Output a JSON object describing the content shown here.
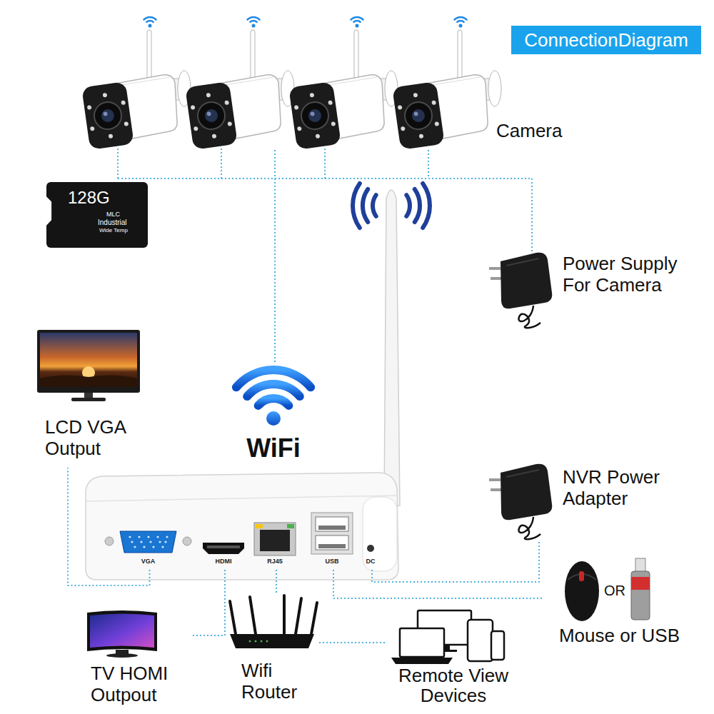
{
  "diagram": {
    "title": "ConnectionDiagram",
    "nodes": [
      {
        "text": [
          "Camera"
        ]
      },
      {
        "text": [
          "128G",
          "MLC",
          "Industrial",
          "Wide Temp"
        ]
      },
      {
        "text": [
          "Power Supply For Camera"
        ]
      },
      {
        "text": [
          "LCD VGA Output"
        ]
      },
      {
        "text": [
          "WiFi"
        ]
      },
      {
        "text": [
          "VGA"
        ],
        "in": 4
      },
      {
        "text": [
          "HDMI"
        ],
        "in": 4
      },
      {
        "text": [
          "RJ45"
        ],
        "in": 4
      },
      {
        "text": [
          "USB"
        ],
        "in": 4
      },
      {
        "text": [
          "DC"
        ],
        "in": 4
      },
      {
        "text": [
          "NVR Power Adapter"
        ]
      },
      {
        "text": [
          "Mouse or USB"
        ]
      },
      {
        "text": [
          "TV HOMI Outpout"
        ]
      },
      {
        "text": [
          "Wifi Router"
        ]
      },
      {
        "text": [
          "Remote View Devices"
        ]
      }
    ],
    "edges": [
      {
        "from": 0,
        "to": 4,
        "arrow": "none"
      },
      {
        "from": 2,
        "to": 0,
        "arrow": "none"
      },
      {
        "from": 5,
        "to": 3,
        "arrow": "none"
      },
      {
        "from": 6,
        "to": 12,
        "arrow": "none"
      },
      {
        "from": 7,
        "to": 13,
        "arrow": "none"
      },
      {
        "from": 13,
        "to": 14,
        "arrow": "none"
      },
      {
        "from": 8,
        "to": 11,
        "arrow": "none"
      },
      {
        "from": 9,
        "to": 10,
        "arrow": "none"
      }
    ],
    "labels": [
      "OR"
    ]
  }
}
